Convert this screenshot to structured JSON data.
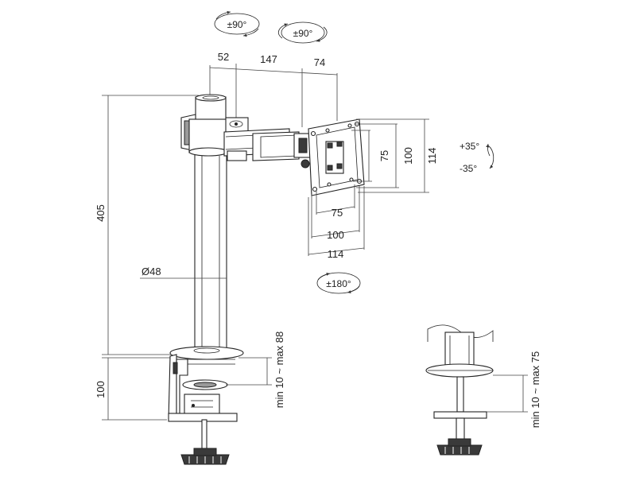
{
  "rotations": {
    "swivel_1": "±90°",
    "swivel_2": "±90°",
    "tilt_up": "+35°",
    "tilt_down": "-35°",
    "rotate": "±180°"
  },
  "arm_dims": {
    "d1": "52",
    "d2": "147",
    "d3": "74"
  },
  "vesa": {
    "h75": "75",
    "h100": "100",
    "h114": "114",
    "w75": "75",
    "w100": "100",
    "w114": "114"
  },
  "pole": {
    "height": "405",
    "diameter": "Ø48"
  },
  "clamp": {
    "height": "100",
    "range_main": "min 10 ~ max 88",
    "range_detail": "min 10 ~ max 75"
  }
}
